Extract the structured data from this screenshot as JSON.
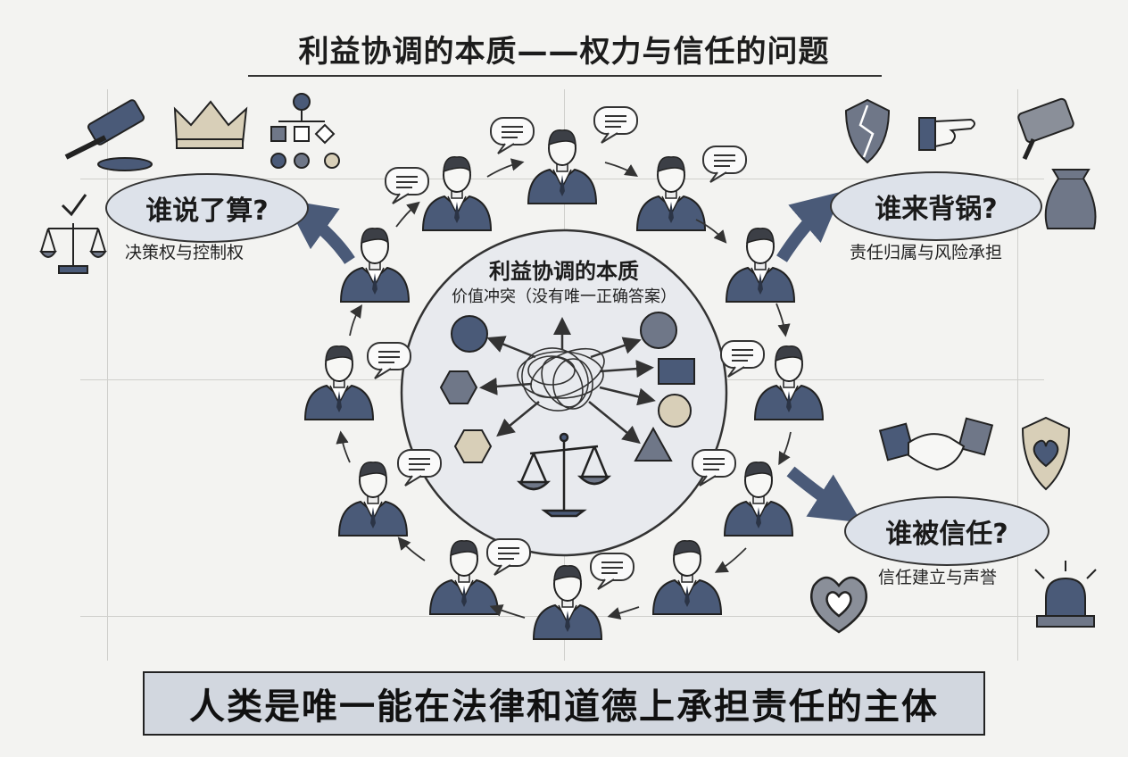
{
  "title": "利益协调的本质——权力与信任的问题",
  "center": {
    "title": "利益协调的本质",
    "subtitle": "价值冲突（没有唯一正确答案）"
  },
  "questions": {
    "who_decides": {
      "question": "谁说了算?",
      "label": "决策权与控制权"
    },
    "who_blamed": {
      "question": "谁来背锅?",
      "label": "责任归属与风险承担"
    },
    "who_trusted": {
      "question": "谁被信任?",
      "label": "信任建立与声誉"
    }
  },
  "banner": "人类是唯一能在法律和道德上承担责任的主体",
  "colors": {
    "navy": "#4a5a78",
    "bubble": "#dde2ea",
    "gray": "#8a8f99",
    "beige": "#d8cfb8"
  },
  "icons": [
    "gavel-icon",
    "crown-icon",
    "org-chart-icon",
    "scales-icon",
    "broken-shield-icon",
    "pointing-hand-icon",
    "falling-hammer-icon",
    "money-bag-icon",
    "handshake-icon",
    "heart-shield-icon",
    "heart-icon",
    "alarm-light-icon"
  ]
}
